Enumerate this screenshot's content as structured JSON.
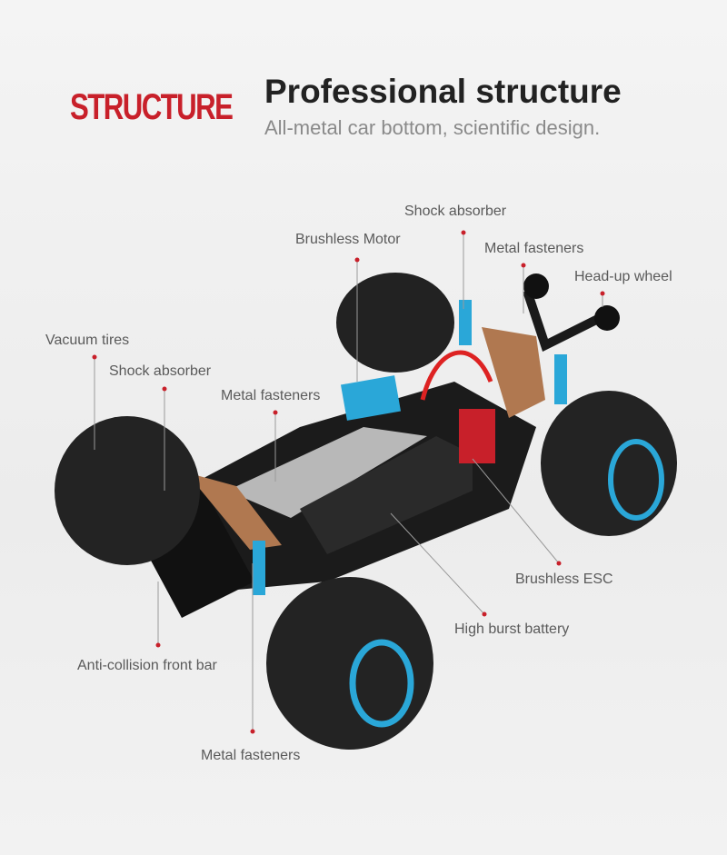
{
  "header": {
    "badge": "STRUCTURE",
    "title": "Professional structure",
    "subtitle": "All-metal car bottom, scientific design."
  },
  "callouts": [
    {
      "label": "Shock absorber"
    },
    {
      "label": "Brushless Motor"
    },
    {
      "label": "Metal fasteners"
    },
    {
      "label": "Head-up wheel"
    },
    {
      "label": "Vacuum tires"
    },
    {
      "label": "Shock absorber"
    },
    {
      "label": "Metal fasteners"
    },
    {
      "label": "Brushless ESC"
    },
    {
      "label": "High burst battery"
    },
    {
      "label": "Anti-collision front bar"
    },
    {
      "label": "Metal fasteners"
    }
  ],
  "colors": {
    "accent": "#c8202a",
    "dot": "#c8202a",
    "aluminum": "#2aa7d8"
  }
}
